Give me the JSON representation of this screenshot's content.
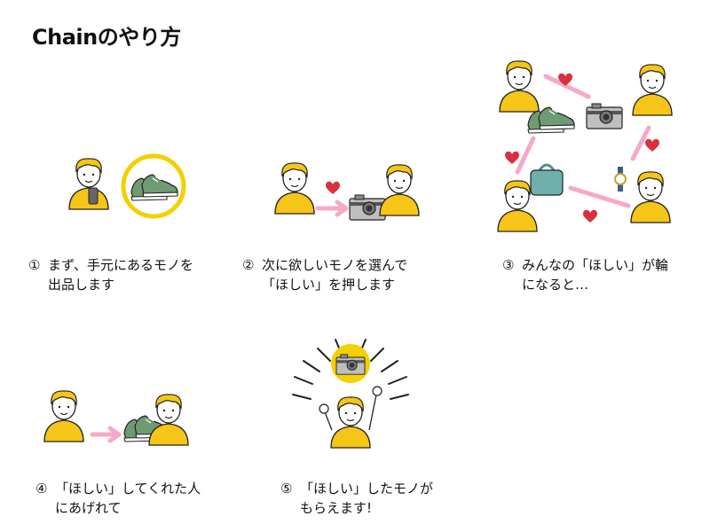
{
  "title": "Chainのやり方",
  "steps": [
    {
      "num": "①",
      "line1": "まず、手元にあるモノを",
      "line2": "出品します"
    },
    {
      "num": "②",
      "line1": "次に欲しいモノを選んで",
      "line2": "「ほしい」を押します"
    },
    {
      "num": "③",
      "line1": "みんなの「ほしい」が輪",
      "line2": "になると…"
    },
    {
      "num": "④",
      "line1": "「ほしい」してくれた人",
      "line2": "にあげれて"
    },
    {
      "num": "⑤",
      "line1": "「ほしい」したモノが",
      "line2": "もらえます!"
    }
  ],
  "colors": {
    "hair": "#F5C518",
    "shirt": "#F5C518",
    "arrow": "#F7A8C8",
    "heart": "#D9303E",
    "shoe": "#6E9B73",
    "bag": "#6FB0AE",
    "camera": "#BFBFBF",
    "halo": "#F5D000"
  },
  "icons": [
    "person-icon",
    "sneaker-icon",
    "camera-icon",
    "handbag-icon",
    "watch-icon",
    "heart-icon",
    "arrow-icon"
  ]
}
